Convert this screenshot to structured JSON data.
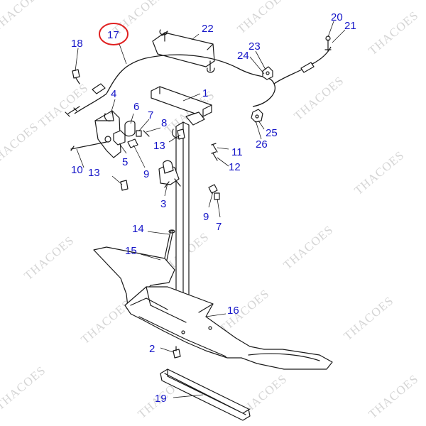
{
  "watermark": "THACOES",
  "highlighted_callout": "17",
  "colors": {
    "callout_text": "#1515c8",
    "highlight_ring": "#e02020",
    "line_art": "#1a1a1a",
    "watermark": "#c8c8c8"
  },
  "callouts": [
    "1",
    "2",
    "3",
    "4",
    "5",
    "6",
    "7",
    "7",
    "8",
    "9",
    "9",
    "10",
    "11",
    "12",
    "13",
    "13",
    "14",
    "15",
    "16",
    "17",
    "18",
    "19",
    "20",
    "21",
    "22",
    "23",
    "24",
    "25",
    "26"
  ]
}
